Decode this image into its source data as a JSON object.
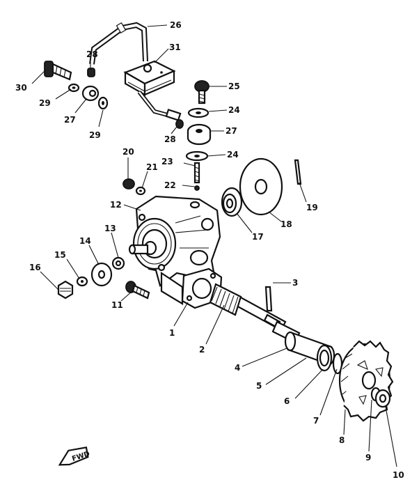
{
  "callouts": [
    {
      "id": "1",
      "text": "1"
    },
    {
      "id": "2",
      "text": "2"
    },
    {
      "id": "3",
      "text": "3"
    },
    {
      "id": "4",
      "text": "4"
    },
    {
      "id": "5",
      "text": "5"
    },
    {
      "id": "6",
      "text": "6"
    },
    {
      "id": "7",
      "text": "7"
    },
    {
      "id": "8",
      "text": "8"
    },
    {
      "id": "9",
      "text": "9"
    },
    {
      "id": "10",
      "text": "10"
    },
    {
      "id": "11",
      "text": "11"
    },
    {
      "id": "12",
      "text": "12"
    },
    {
      "id": "13",
      "text": "13"
    },
    {
      "id": "14",
      "text": "14"
    },
    {
      "id": "15",
      "text": "15"
    },
    {
      "id": "16",
      "text": "16"
    },
    {
      "id": "17",
      "text": "17"
    },
    {
      "id": "18",
      "text": "18"
    },
    {
      "id": "19",
      "text": "19"
    },
    {
      "id": "20",
      "text": "20"
    },
    {
      "id": "21",
      "text": "21"
    },
    {
      "id": "22",
      "text": "22"
    },
    {
      "id": "23",
      "text": "23"
    },
    {
      "id": "24a",
      "text": "24"
    },
    {
      "id": "24b",
      "text": "24"
    },
    {
      "id": "25",
      "text": "25"
    },
    {
      "id": "26",
      "text": "26"
    },
    {
      "id": "27a",
      "text": "27"
    },
    {
      "id": "27b",
      "text": "27"
    },
    {
      "id": "28a",
      "text": "28"
    },
    {
      "id": "28b",
      "text": "28"
    },
    {
      "id": "29a",
      "text": "29"
    },
    {
      "id": "29b",
      "text": "29"
    },
    {
      "id": "30",
      "text": "30"
    },
    {
      "id": "31",
      "text": "31"
    }
  ],
  "direction_marker": {
    "text": "FWD",
    "icon": "forward-arrow-icon"
  },
  "colors": {
    "ink": "#111111",
    "paper": "#ffffff"
  }
}
